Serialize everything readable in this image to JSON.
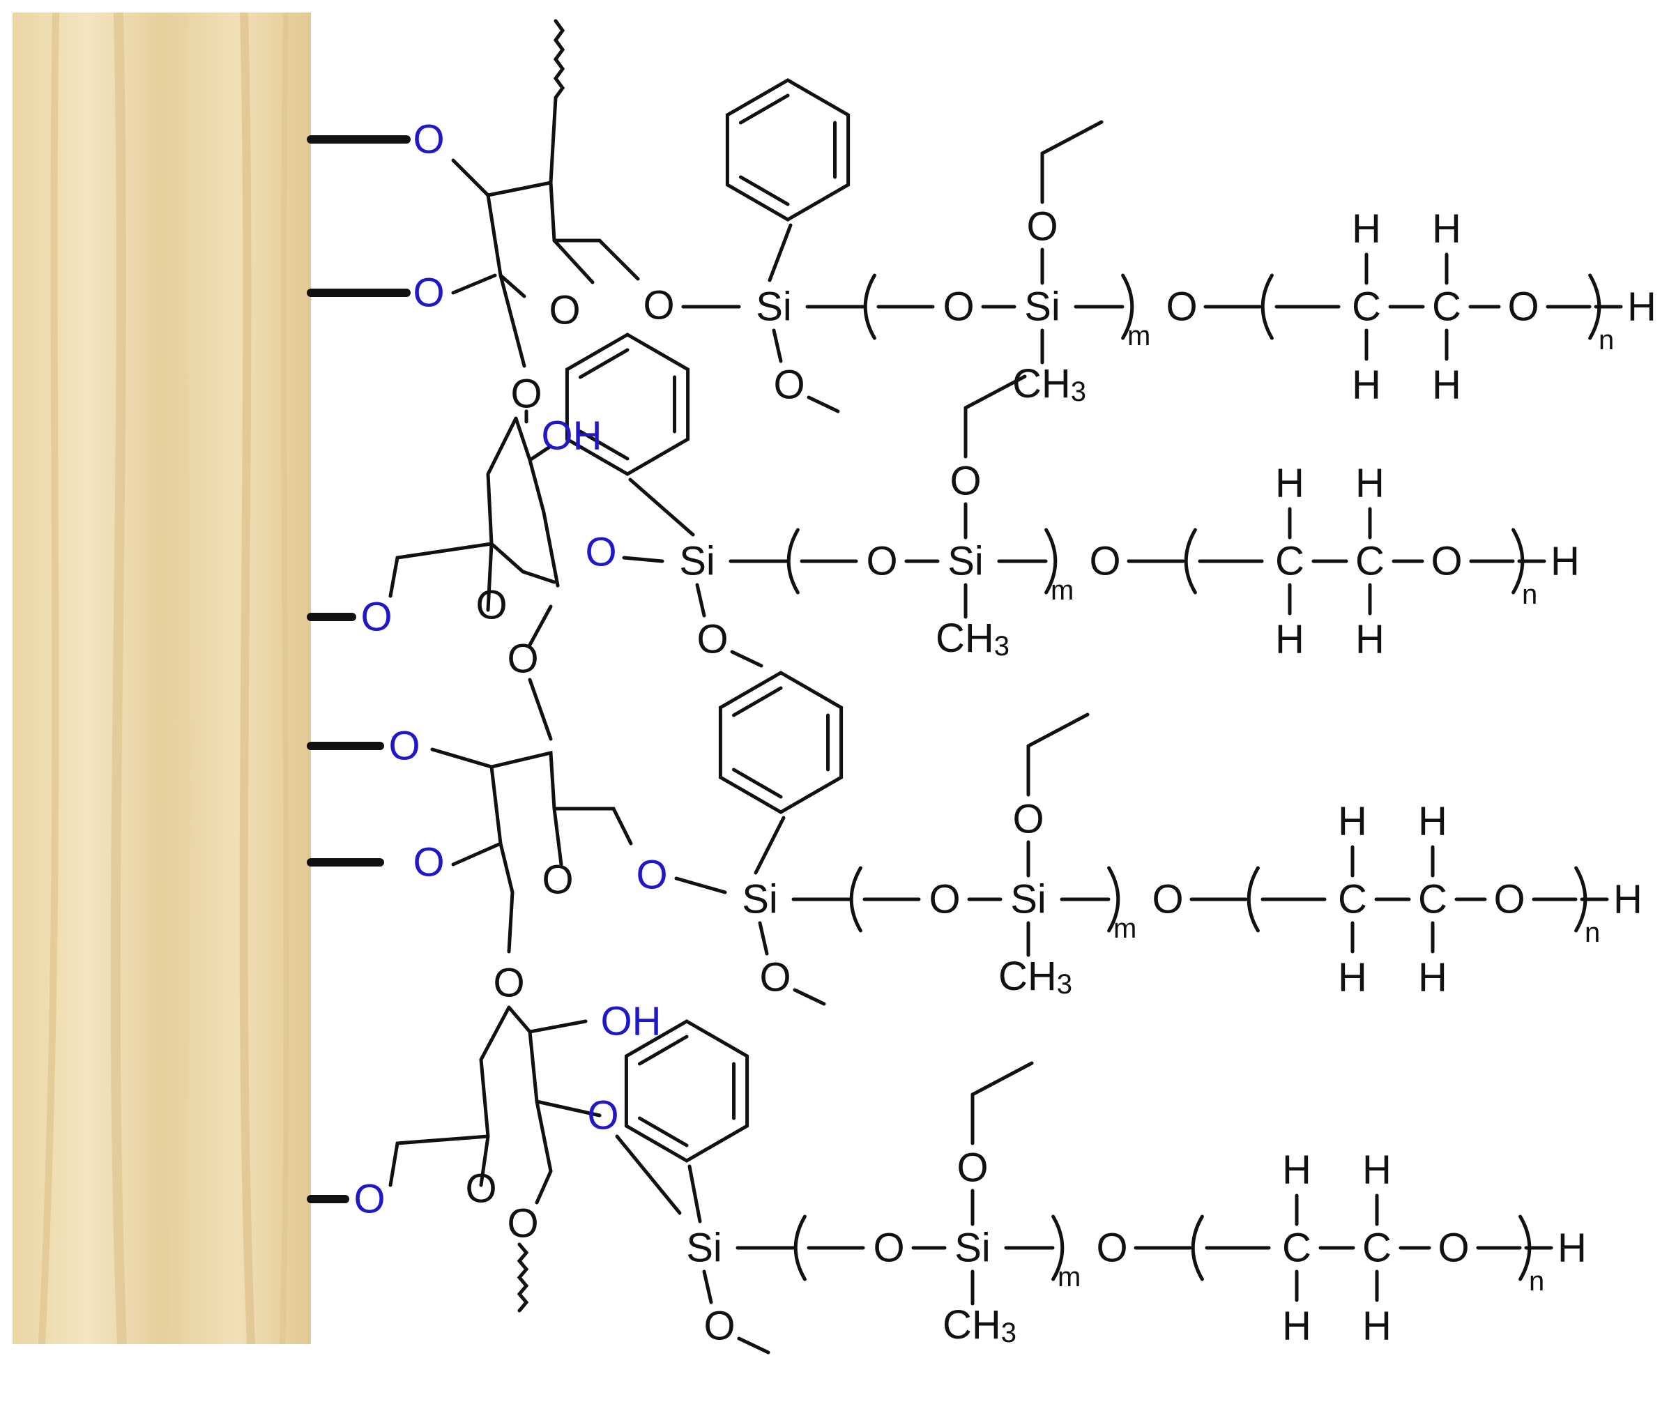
{
  "colors": {
    "substrate": "#efdcb0",
    "substrate_stripe": "#e3cb95",
    "bond": "#111111",
    "surface_oxygen": "#1f17c8",
    "atom_text": "#111111"
  },
  "labels": {
    "O": "O",
    "OH": "OH",
    "Si": "Si",
    "C": "C",
    "H": "H",
    "CH": "CH",
    "three": "3",
    "m": "m",
    "n": "n"
  }
}
